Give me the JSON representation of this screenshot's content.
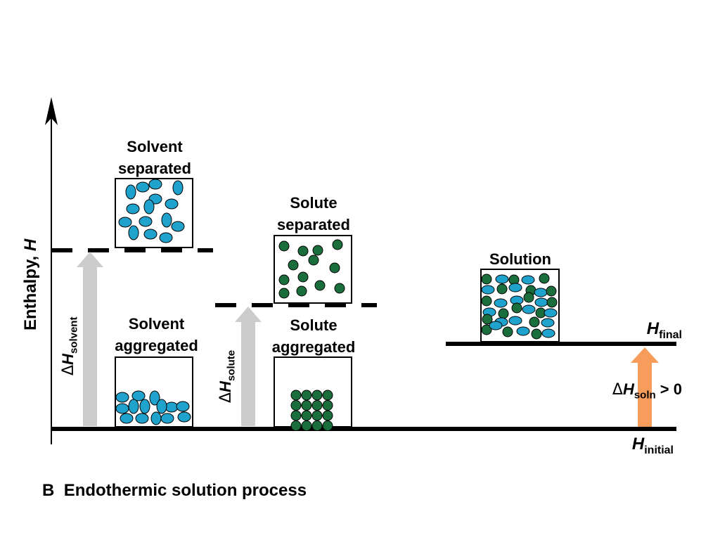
{
  "axis": {
    "ylabel_text": "Enthalpy, ",
    "ylabel_symbol": "H"
  },
  "solvent": {
    "separated_label_1": "Solvent",
    "separated_label_2": "separated",
    "aggregated_label_1": "Solvent",
    "aggregated_label_2": "aggregated",
    "delta_symbol": "Δ",
    "H": "H",
    "subscript": "solvent"
  },
  "solute": {
    "separated_label_1": "Solute",
    "separated_label_2": "separated",
    "aggregated_label_1": "Solute",
    "aggregated_label_2": "aggregated",
    "delta_symbol": "Δ",
    "H": "H",
    "subscript": "solute"
  },
  "solution": {
    "label": "Solution",
    "h_final_H": "H",
    "h_final_sub": "final",
    "h_initial_H": "H",
    "h_initial_sub": "initial",
    "dh_delta": "Δ",
    "dh_H": "H",
    "dh_sub": "soln",
    "dh_rel": " > 0"
  },
  "caption": {
    "letter": "B",
    "text": "Endothermic solution process"
  },
  "colors": {
    "solvent_particle": "#1fa3cc",
    "solute_particle": "#1a6e3c",
    "gray_arrow": "#cccccc",
    "orange_arrow": "#f89c5c",
    "line": "#000000"
  }
}
